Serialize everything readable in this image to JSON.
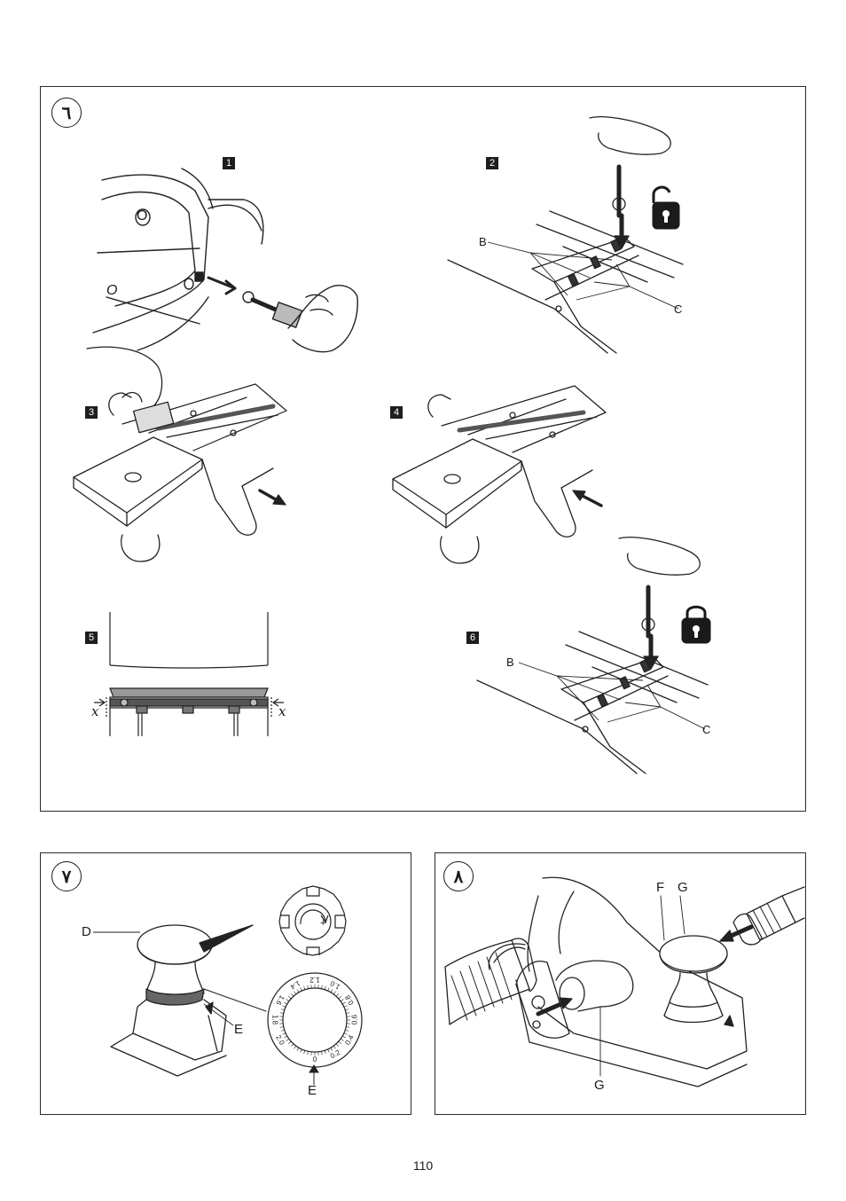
{
  "figures": {
    "fig6": {
      "badge": "٦",
      "steps": [
        "1",
        "2",
        "3",
        "4",
        "5",
        "6"
      ],
      "callouts": {
        "b": "B",
        "c": "C",
        "x": "x",
        "o": "O"
      }
    },
    "fig7": {
      "badge": "٧",
      "callouts": {
        "d": "D",
        "e": "E"
      },
      "dial_labels": [
        "0",
        "0.2",
        "0.4",
        "0.6",
        "0.8",
        "1.0",
        "1.2",
        "1.4",
        "1.6",
        "1.8",
        "2.0"
      ],
      "knob_signs": [
        "-",
        "+"
      ]
    },
    "fig8": {
      "badge": "٨",
      "callouts": {
        "f": "F",
        "g": "G"
      }
    }
  },
  "page_number": "110"
}
